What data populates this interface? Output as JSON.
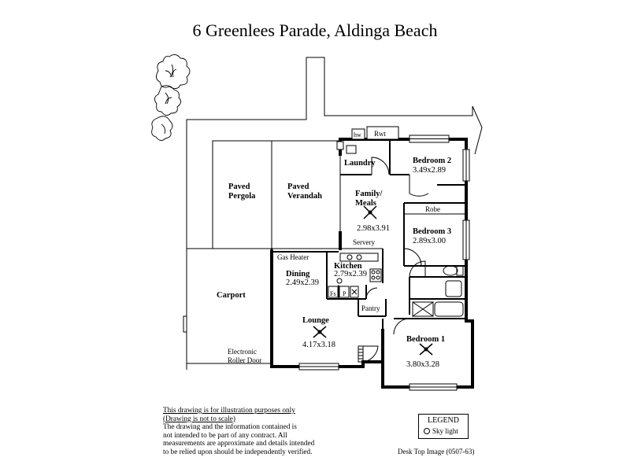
{
  "title": "6 Greenlees Parade,  Aldinga Beach",
  "rooms": {
    "paved_pergola": {
      "line1": "Paved",
      "line2": "Pergola"
    },
    "paved_verandah": {
      "line1": "Paved",
      "line2": "Verandah"
    },
    "laundry": "Laundry",
    "bedroom2": {
      "name": "Bedroom 2",
      "size": "3.49x2.89"
    },
    "family_meals": {
      "line1": "Family/",
      "line2": "Meals",
      "size": "2.98x3.91"
    },
    "robe": "Robe",
    "bedroom3": {
      "name": "Bedroom 3",
      "size": "2.89x3.00"
    },
    "servery": "Servery",
    "gas_heater": "Gas Heater",
    "kitchen": {
      "name": "Kitchen",
      "size": "2.79x2.39"
    },
    "dining": {
      "name": "Dining",
      "size": "2.49x2.39"
    },
    "carport": "Carport",
    "fs": "Fs",
    "p": "P",
    "pantry": "Pantry",
    "lounge": {
      "name": "Lounge",
      "size": "4.17x3.18"
    },
    "bedroom1": {
      "name": "Bedroom 1",
      "size": "3.80x3.28"
    },
    "roller_door": {
      "line1": "Electronic",
      "line2": "Roller Door"
    },
    "hw": "hw",
    "rwt": "Rwt"
  },
  "disclaimer": {
    "line1": "This drawing is for illustration purposes only",
    "line2": "(Drawing is not to scale)",
    "line3": "The drawing and the information contained is",
    "line4": "not intended to be part of any contract.  All",
    "line5": "measurements are approximate and details intended",
    "line6": "to be relied upon should be independently verified."
  },
  "legend": {
    "title": "LEGEND",
    "item": "Sky light"
  },
  "image_id": "Desk Top Image (0507-63)"
}
